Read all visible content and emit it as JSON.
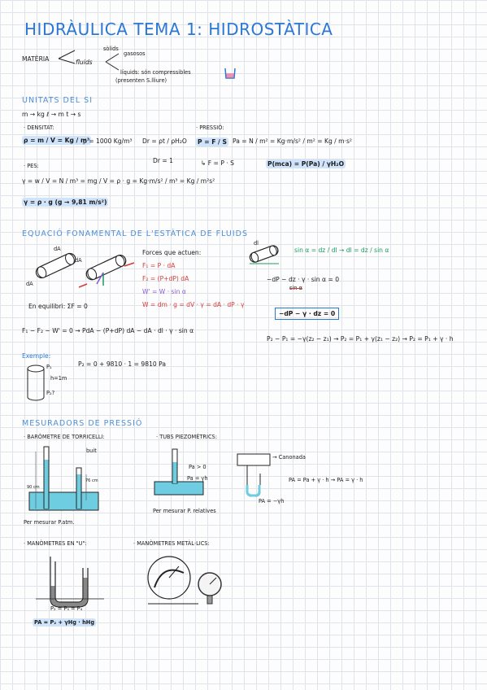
{
  "title": "HIDRÀULICA TEMA 1: HIDROSTÀTICA",
  "intro": {
    "materia": "MATÈRIA",
    "solids": "sòlids",
    "fluids": "fluids",
    "gasosos": "gasosos",
    "liquids": "líquids: són compressibles",
    "liquids2": "(presenten S.lliure)"
  },
  "units": {
    "heading": "UNITATS DEL SI",
    "line": "m → kg    ℓ → m    t → s"
  },
  "density": {
    "label": "· DENSITAT:",
    "f1": "ρ = m / V = Kg / m³",
    "f2": "ρ = 1000 Kg/m³",
    "f3": "Dr = ρt / ρH₂O",
    "f4": "Dr = 1"
  },
  "pressure": {
    "label": "· PRESSIÓ:",
    "f1": "P = F / S",
    "f2": "Pa = N / m² = Kg·m/s² / m² = Kg / m·s²",
    "f3": "↳ F = P · S",
    "f4": "P(mca) = P(Pa) / γH₂O"
  },
  "weight": {
    "label": "· PES:",
    "f1": "γ = w / V = N / m³ = mg / V = ρ · g = Kg·m/s² / m³ = Kg / m²s²",
    "f2": "γ = ρ · g   (g → 9,81 m/s²)"
  },
  "fundamental": {
    "heading": "EQUACIÓ FONAMENTAL DE L'ESTÀTICA DE FLUIDS",
    "dA": "dA",
    "dA2": "dA",
    "dA3": "dA",
    "dl": "dl",
    "forces": "Forces que actuen:",
    "f1": "F₁ = P · dA",
    "f2": "F₂ = (P+dP) dA",
    "f3": "W' = W · sin α",
    "f4": "W = dm · g = dV · γ = dA · dP · γ",
    "equilibri": "En equilibri: ΣF = 0",
    "sum": "F₁ − F₂ − W' = 0 → PdA − (P+dP) dA − dA · dl · γ · sin α",
    "sin": "sin α = dz / dl  →  dl = dz / sin α",
    "dp1": "−dP − dz · γ · sin α = 0",
    "dp1b": "sin α",
    "dp2": "−dP − γ · dz = 0",
    "result": "P₂ − P₁ = −γ(z₂ − z₁) → P₂ = P₁ + γ(z₁ − z₂) → P₂ = P₁ + γ · h"
  },
  "example": {
    "label": "Exemple:",
    "p1": "P₁",
    "h": "h=1m",
    "p2": "P₂?",
    "calc": "P₂ = 0 + 9810 · 1 = 9810 Pa"
  },
  "measure": {
    "heading": "MESURADORS DE PRESSIÓ",
    "barometer": "· BARÒMETRE DE TORRICELLI:",
    "baro_note": "Per mesurar P.atm.",
    "buit": "buit",
    "cm90": "90 cm",
    "cm76": "76 cm",
    "tubes": "· TUBS PIEZOMÈTRICS:",
    "pa0": "Pa > 0",
    "pa_gh": "Pa = γh",
    "canonada": "→ Canonada",
    "pa_eq": "PA = Pa + γ · h → PA = γ · h",
    "pa_neg": "PA = −γh",
    "piezo_note": "Per mesurar P. relatives",
    "manoU": "· MANÒMETRES EN \"U\":",
    "mano_p": "P₂ = P₃ = P₄",
    "mano_eq": "PA = P₂ + γHg · hHg",
    "manoMet": "· MANÒMETRES METÀL·LICS:"
  },
  "colors": {
    "accent": "#2b77d6",
    "highlight": "#cfe3fb",
    "red": "#d63a3a",
    "green": "#1a9a63",
    "yellow": "#fff58a"
  }
}
